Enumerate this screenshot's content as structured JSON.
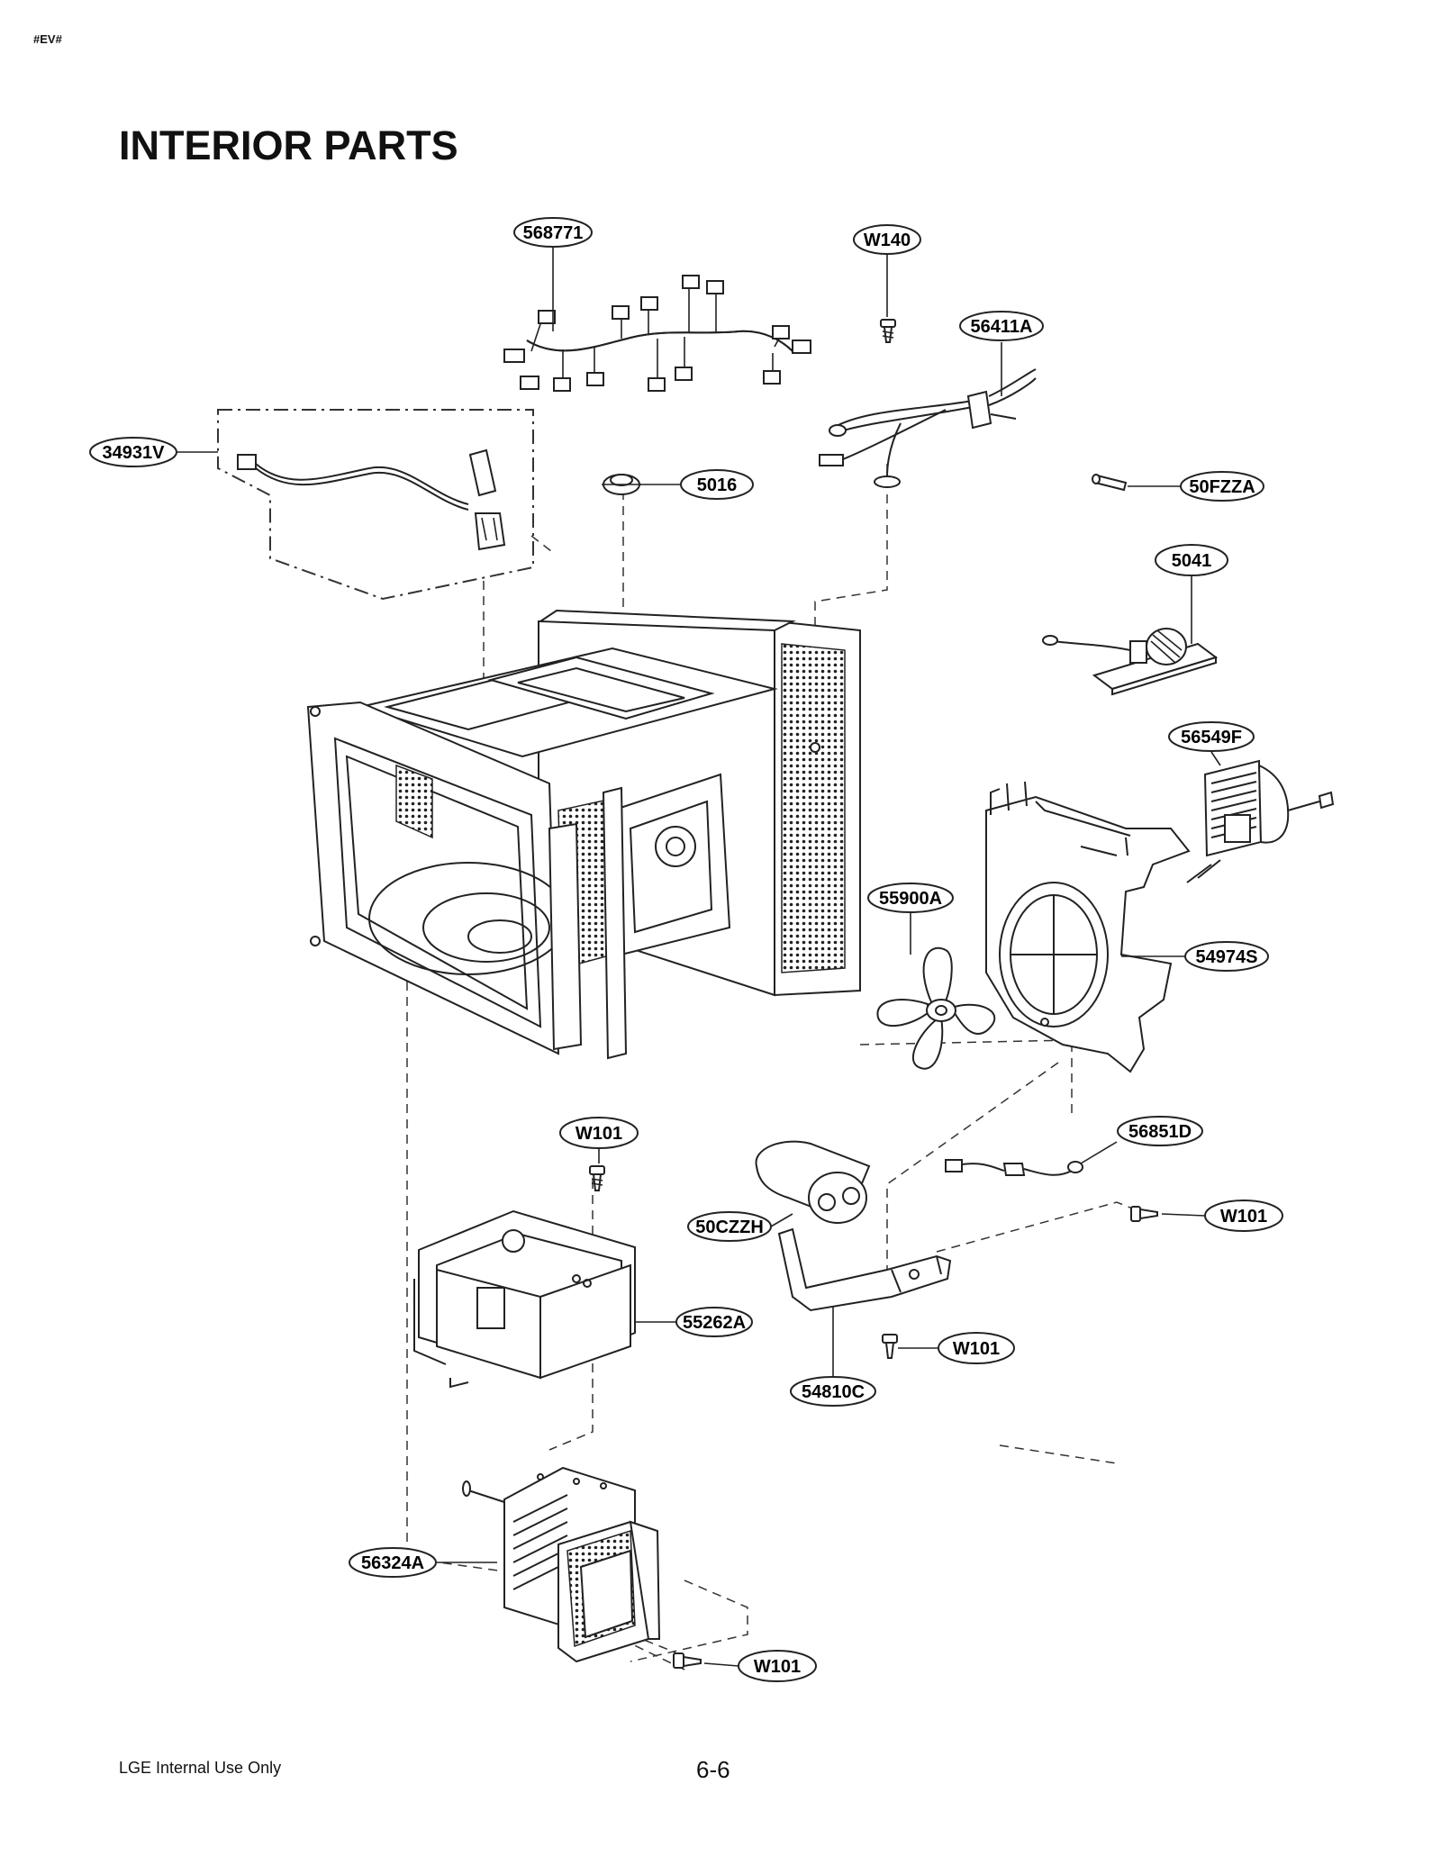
{
  "header": {
    "corner_tag": "#EV#",
    "title": "INTERIOR PARTS"
  },
  "footer": {
    "left_text": "LGE Internal Use Only",
    "page_number": "6-6"
  },
  "callouts": [
    {
      "id": "c-568771",
      "label": "568771"
    },
    {
      "id": "c-w140",
      "label": "W140"
    },
    {
      "id": "c-56411a",
      "label": "56411A"
    },
    {
      "id": "c-34931v",
      "label": "34931V"
    },
    {
      "id": "c-5016",
      "label": "5016"
    },
    {
      "id": "c-50fzza",
      "label": "50FZZA"
    },
    {
      "id": "c-5041",
      "label": "5041"
    },
    {
      "id": "c-56549f",
      "label": "56549F"
    },
    {
      "id": "c-55900a",
      "label": "55900A"
    },
    {
      "id": "c-54974s",
      "label": "54974S"
    },
    {
      "id": "c-w101-a",
      "label": "W101"
    },
    {
      "id": "c-56851d",
      "label": "56851D"
    },
    {
      "id": "c-50czzh",
      "label": "50CZZH"
    },
    {
      "id": "c-w101-b",
      "label": "W101"
    },
    {
      "id": "c-55262a",
      "label": "55262A"
    },
    {
      "id": "c-w101-c",
      "label": "W101"
    },
    {
      "id": "c-54810c",
      "label": "54810C"
    },
    {
      "id": "c-56324a",
      "label": "56324A"
    },
    {
      "id": "c-w101-d",
      "label": "W101"
    }
  ]
}
